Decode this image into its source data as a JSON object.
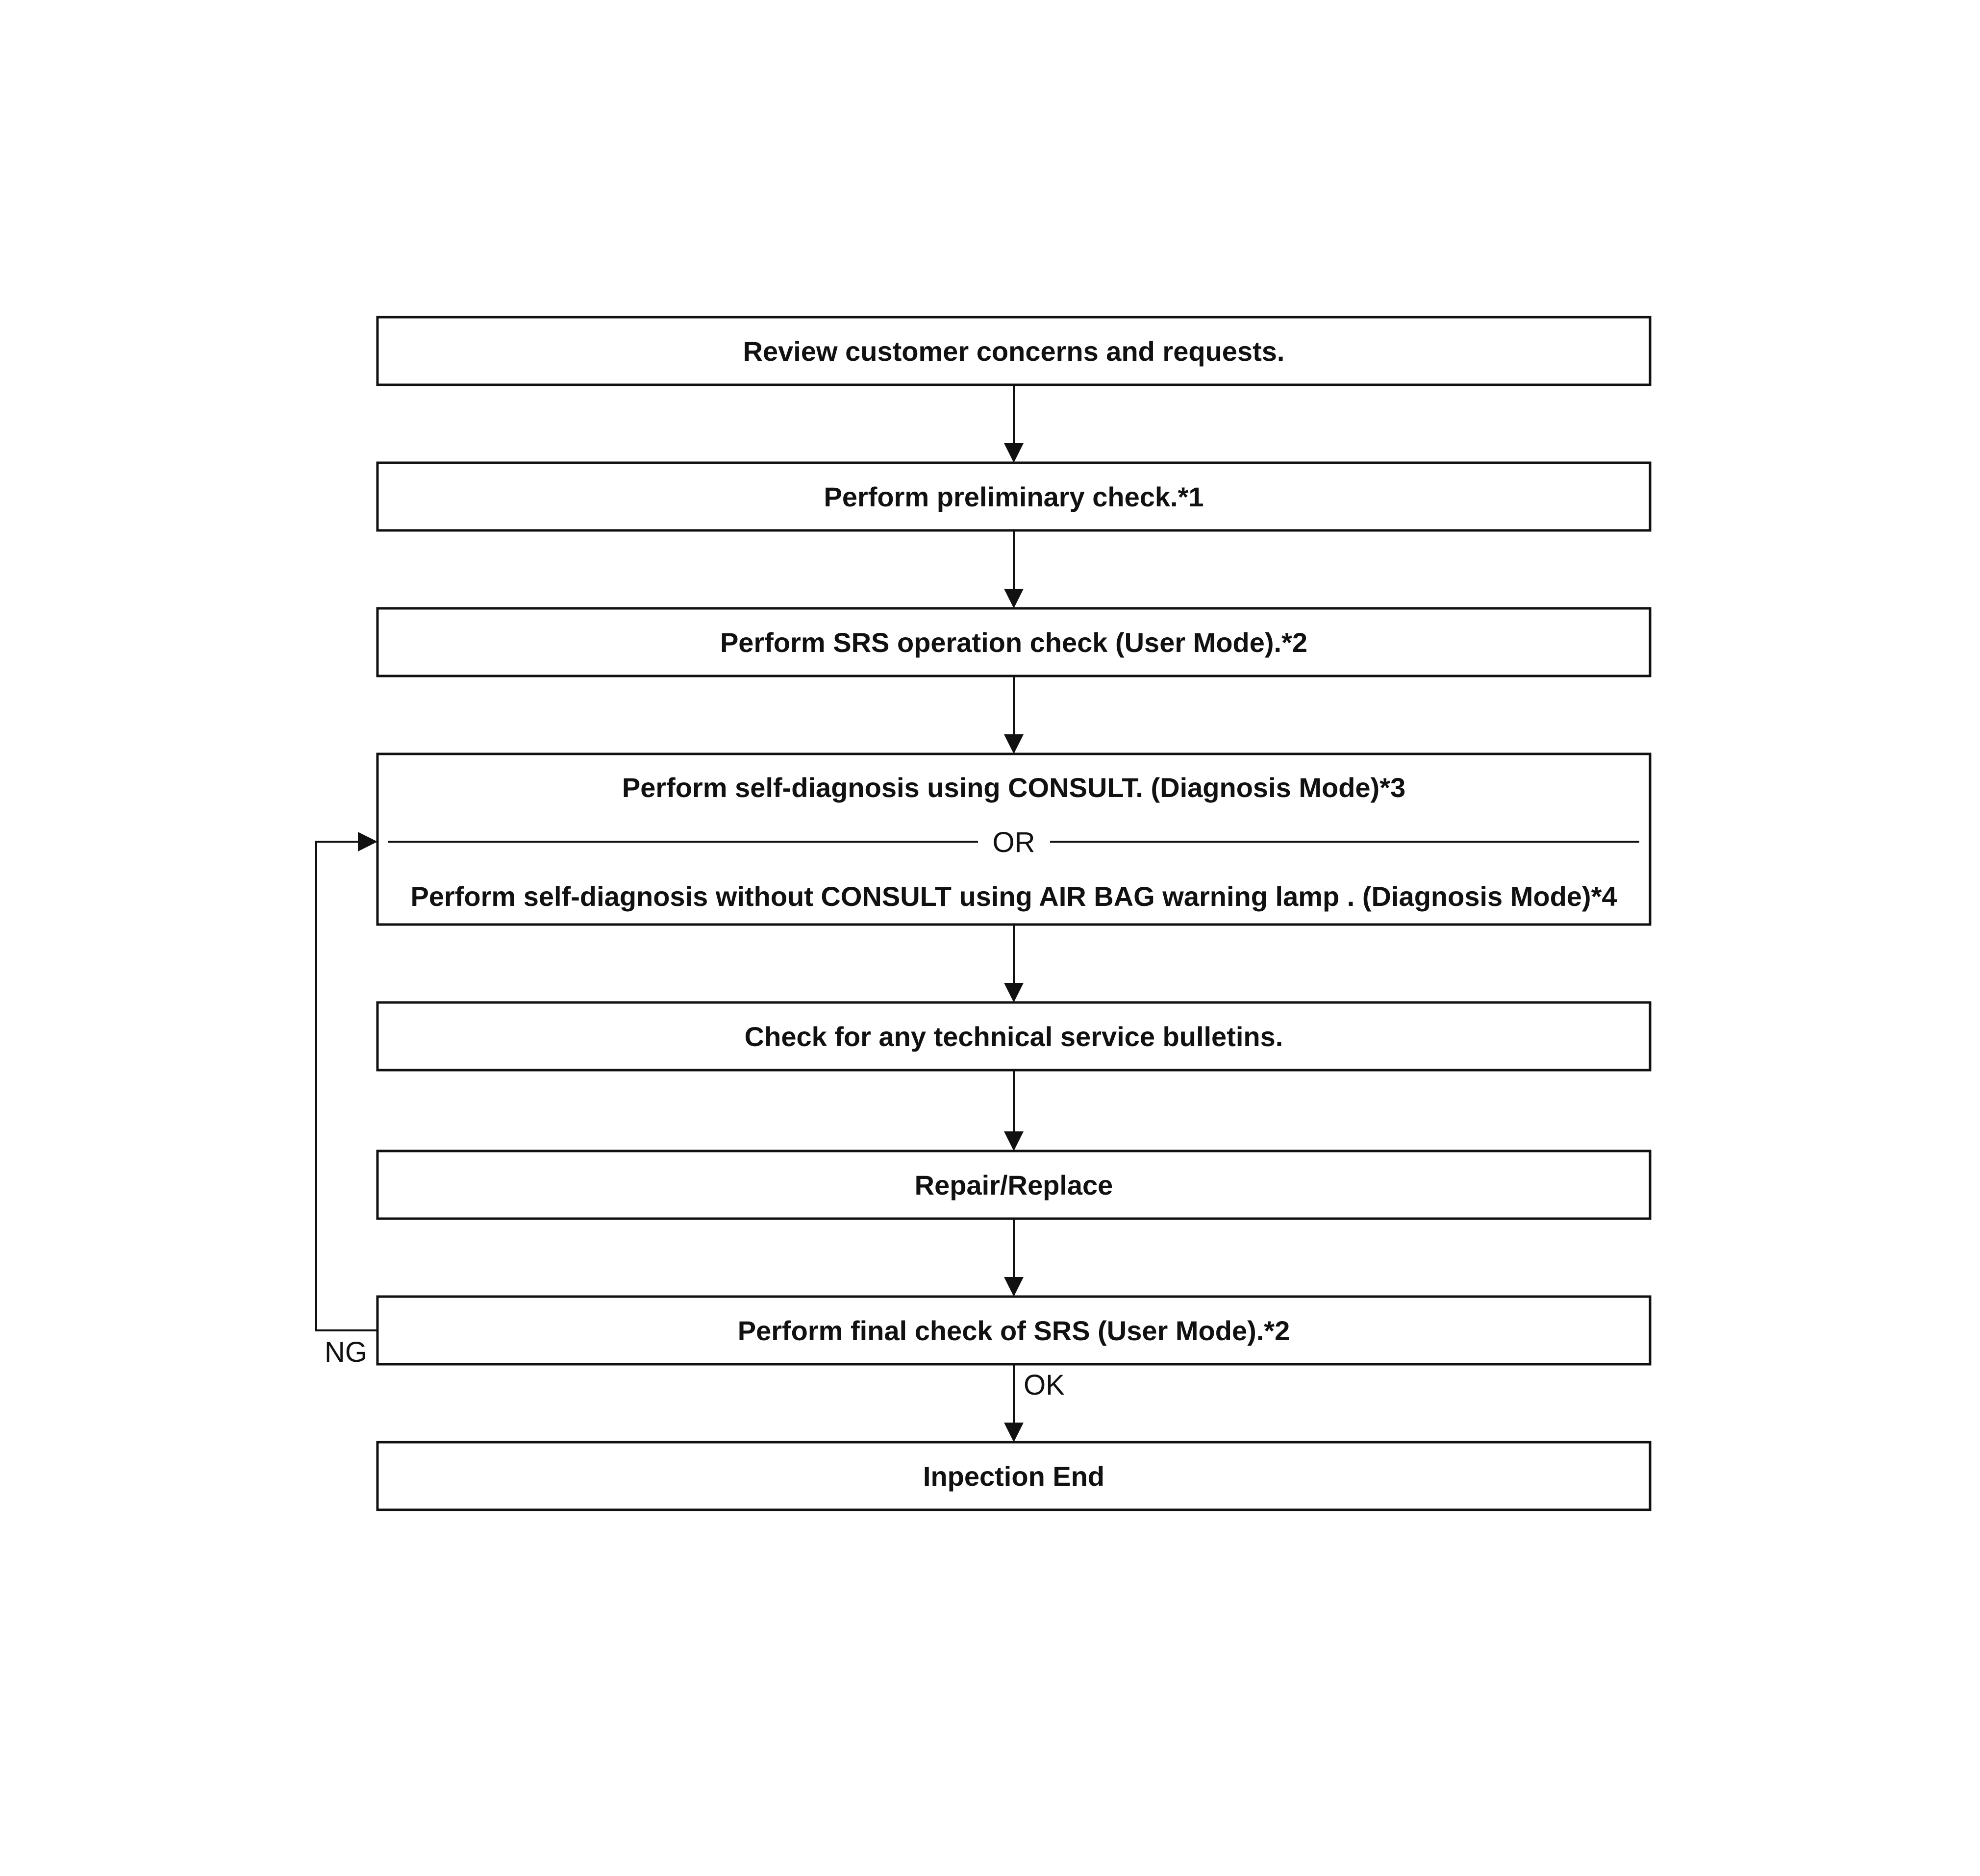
{
  "flowchart": {
    "steps": [
      "Review customer concerns and requests.",
      "Perform preliminary check.*1",
      "Perform SRS operation check (User Mode).*2",
      "Check for any technical service bulletins.",
      "Repair/Replace",
      "Perform final check of SRS (User Mode).*2",
      "Inpection End"
    ],
    "diagnosis": {
      "option_a": "Perform self-diagnosis using CONSULT. (Diagnosis Mode)*3",
      "separator": "OR",
      "option_b": "Perform self-diagnosis  without CONSULT using AIR BAG warning lamp . (Diagnosis Mode)*4"
    },
    "branch_labels": {
      "ok": "OK",
      "ng": "NG"
    }
  }
}
